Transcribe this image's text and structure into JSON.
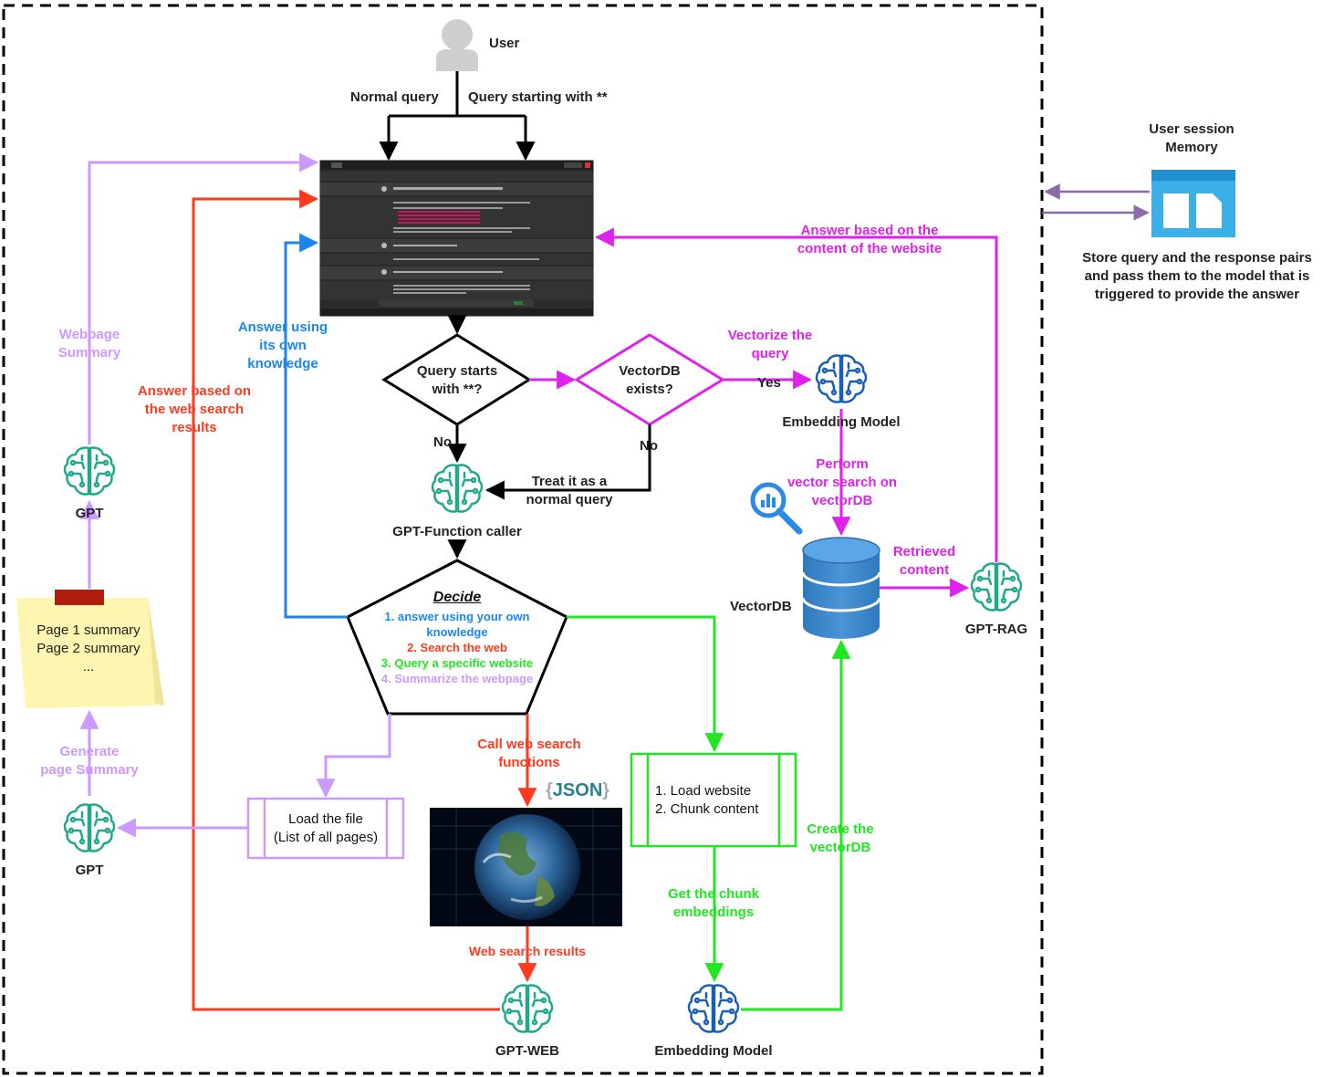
{
  "labels": {
    "user": "User",
    "normal_query": "Normal query",
    "query_starting": "Query starting with **",
    "session_memory": [
      "User session",
      "Memory"
    ],
    "memory_desc": [
      "Store query and the response pairs",
      "and pass them to the model that is",
      "triggered to provide the answer"
    ],
    "answer_website": [
      "Answer based on the",
      "content of the website"
    ],
    "webpage_summary": [
      "Webpage",
      "Summary"
    ],
    "answer_own": [
      "Answer using",
      "its own",
      "knowledge"
    ],
    "answer_web": [
      "Answer based on",
      "the web search",
      "results"
    ],
    "query_starts": [
      "Query starts",
      "with **?"
    ],
    "vectordb_exists": [
      "VectorDB",
      "exists?"
    ],
    "vectorize": [
      "Vectorize the",
      "query"
    ],
    "yes": "Yes",
    "no_left": "No",
    "no_right": "No",
    "embedding_model_top": "Embedding Model",
    "treat_normal": [
      "Treat it as a",
      "normal query"
    ],
    "gpt_function_caller": "GPT-Function caller",
    "perform_search": [
      "Perform",
      "vector search on",
      "vectorDB"
    ],
    "vectordb": "VectorDB",
    "retrieved": [
      "Retrieved",
      "content"
    ],
    "gpt_rag": "GPT-RAG",
    "gpt_top": "GPT",
    "gpt_bottom": "GPT",
    "note_lines": [
      "Page 1 summary",
      "Page 2 summary",
      "..."
    ],
    "generate_summary": [
      "Generate",
      "page Summary"
    ],
    "decide_title": "Decide",
    "decide_options": [
      {
        "text": "1. answer using your own",
        "color": "#1a86ee"
      },
      {
        "text": "knowledge",
        "color": "#1a86ee"
      },
      {
        "text": "2. Search the web",
        "color": "#ff3b1f"
      },
      {
        "text": "3. Query a specific website",
        "color": "#22e622"
      },
      {
        "text": "4. Summarize the webpage",
        "color": "#cc99ff"
      }
    ],
    "call_web": [
      "Call web search",
      "functions"
    ],
    "json_badge": "JSON",
    "load_file": [
      "Load the file",
      "(List of all pages)"
    ],
    "load_website": [
      "1. Load website",
      "2. Chunk content"
    ],
    "create_vectordb": [
      "Create the",
      "vectorDB"
    ],
    "get_chunk": [
      "Get the chunk",
      "embeddings"
    ],
    "web_results": "Web search results",
    "gpt_web": "GPT-WEB",
    "embedding_model_bottom": "Embedding Model"
  },
  "colors": {
    "purple": "#cc99ff",
    "red": "#ff3b1f",
    "blue": "#1a86ee",
    "magenta": "#dd22ee",
    "green": "#22e622",
    "black": "#000000",
    "memory": "#8a6aa8"
  }
}
